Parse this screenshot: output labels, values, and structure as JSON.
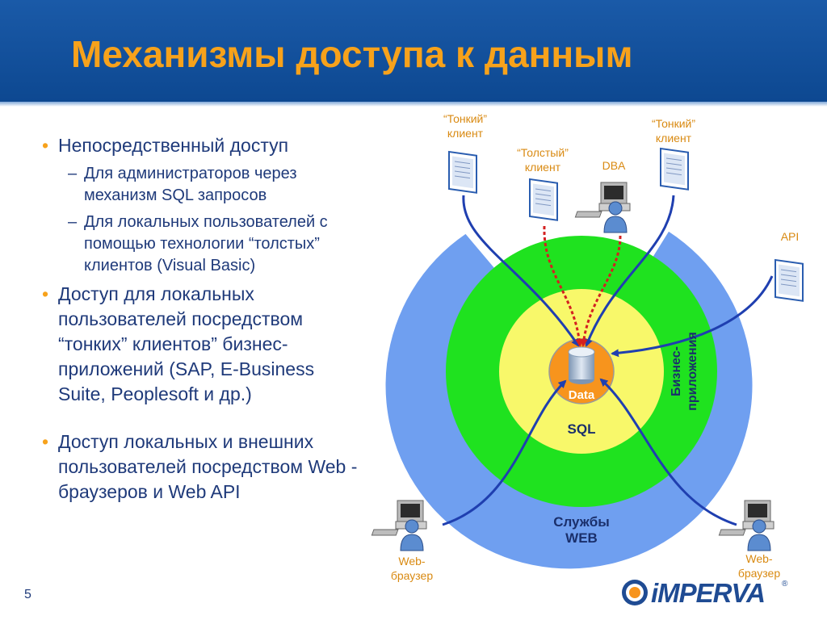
{
  "slide": {
    "title": "Механизмы доступа к данным",
    "page_number": "5"
  },
  "bullets": {
    "b1": "Непосредственный доступ",
    "b1_sub1": "Для администраторов через механизм SQL запросов",
    "b1_sub2": "Для локальных пользователей с помощью технологии “толстых” клиентов (Visual Basic)",
    "b2": "Доступ для локальных пользователей посредством “тонких” клиентов” бизнес-приложений (SAP, E-Business Suite, Peoplesoft и др.)",
    "b3": "Доступ локальных и внешних пользователей посредством Web - браузеров и Web API"
  },
  "diagram": {
    "thin_client_left_l1": "“Тонкий”",
    "thin_client_left_l2": "клиент",
    "fat_client_l1": "“Толстый”",
    "fat_client_l2": "клиент",
    "dba": "DBA",
    "thin_client_right_l1": "“Тонкий”",
    "thin_client_right_l2": "клиент",
    "api": "API",
    "business_apps_l1": "Бизнес-",
    "business_apps_l2": "приложения",
    "data": "Data",
    "sql": "SQL",
    "web_services_l1": "Службы",
    "web_services_l2": "WEB",
    "web_browser_left_l1": "Web-",
    "web_browser_left_l2": "браузер",
    "web_browser_right_l1": "Web-",
    "web_browser_right_l2": "браузер"
  },
  "logo": {
    "text": "iMPERVA",
    "registered": "®"
  },
  "colors": {
    "header_blue": "#1a5aa8",
    "title_orange": "#f7a21b",
    "ring_blue": "#6f9ff0",
    "ring_green": "#1fe21f",
    "ring_yellow": "#f8f86a",
    "core_orange": "#f7941d",
    "arrow_blue": "#1f3fb0",
    "arrow_red": "#d42020"
  }
}
